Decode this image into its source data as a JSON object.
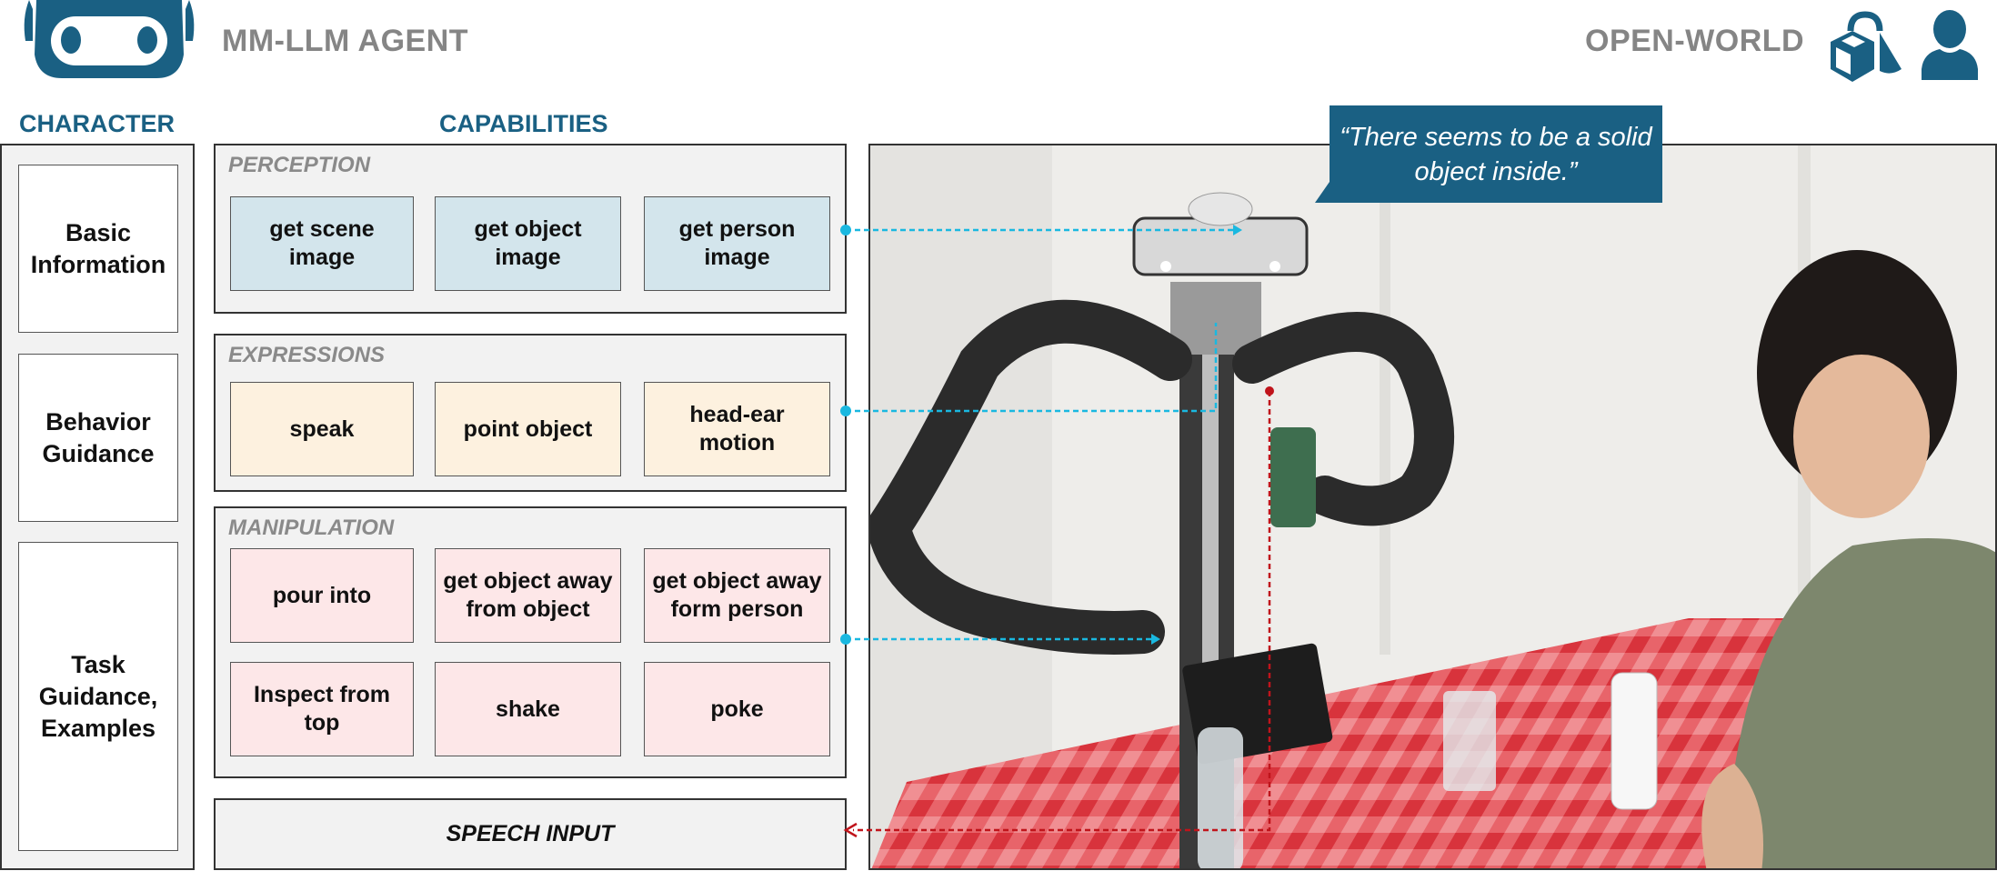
{
  "header": {
    "title": "MM-LLM AGENT",
    "right_title": "OPEN-WORLD",
    "icons": [
      "robot-logo-icon",
      "objects-icon",
      "person-icon"
    ]
  },
  "character": {
    "heading": "CHARACTER",
    "items": [
      "Basic Information",
      "Behavior Guidance",
      "Task Guidance, Examples"
    ]
  },
  "capabilities": {
    "heading": "CAPABILITIES",
    "perception": {
      "label": "PERCEPTION",
      "items": [
        "get scene image",
        "get object image",
        "get person image"
      ]
    },
    "expressions": {
      "label": "EXPRESSIONS",
      "items": [
        "speak",
        "point object",
        "head-ear motion"
      ]
    },
    "manipulation": {
      "label": "MANIPULATION",
      "items": [
        "pour into",
        "get object away from object",
        "get object away form person",
        "Inspect from top",
        "shake",
        "poke"
      ]
    },
    "speech_input": "SPEECH INPUT"
  },
  "scene": {
    "speech_bubble": "“There seems to be a solid object inside.”"
  },
  "colors": {
    "accent": "#1a6083",
    "perception": "#d3e5ec",
    "expressions": "#fdf1df",
    "manipulation": "#fde7e8",
    "connector_cyan": "#1ab8e0",
    "connector_red": "#c0141b"
  }
}
